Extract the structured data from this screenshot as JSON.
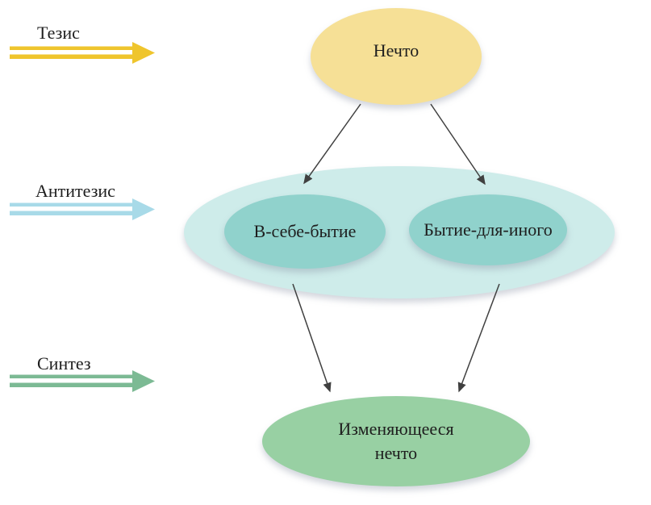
{
  "legend": {
    "items": [
      {
        "id": "thesis",
        "label": "Тезис",
        "arrow_color": "#EFC52D"
      },
      {
        "id": "antithesis",
        "label": "Антитезис",
        "arrow_color": "#A8DAE8"
      },
      {
        "id": "synthesis",
        "label": "Синтез",
        "arrow_color": "#7CBA94"
      }
    ]
  },
  "diagram": {
    "connector_color": "#404040",
    "text_color": "#1e1e1e",
    "nodes": {
      "something": {
        "label": "Нечто",
        "fill": "#F6E096"
      },
      "antithesis_group": {
        "fill": "#CEECEA"
      },
      "being_in_itself": {
        "label": "В-себе-бытие",
        "fill": "#90D2CC"
      },
      "being_for_other": {
        "label": "Бытие-для-иного",
        "fill": "#90D2CC"
      },
      "changing_something": {
        "label": "Изменяющееся нечто",
        "fill": "#98D0A3"
      }
    }
  }
}
